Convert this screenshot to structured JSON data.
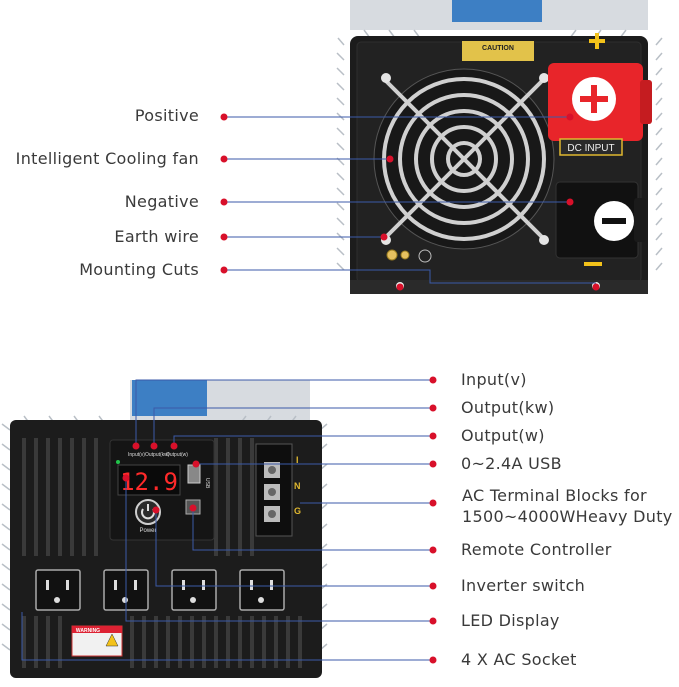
{
  "top_labels": [
    {
      "id": "positive",
      "text": "Positive"
    },
    {
      "id": "cooling-fan",
      "text": "Intelligent Cooling fan"
    },
    {
      "id": "negative",
      "text": "Negative"
    },
    {
      "id": "earth-wire",
      "text": "Earth wire"
    },
    {
      "id": "mounting-cuts",
      "text": "Mounting Cuts"
    }
  ],
  "bottom_labels": [
    {
      "id": "input-v",
      "text": "Input(v)"
    },
    {
      "id": "output-kw",
      "text": "Output(kw)"
    },
    {
      "id": "output-w",
      "text": "Output(w)"
    },
    {
      "id": "usb",
      "text": "0~2.4A USB"
    },
    {
      "id": "ac-terminal",
      "line1": "AC Terminal Blocks for",
      "line2": "1500~4000WHeavy Duty"
    },
    {
      "id": "remote",
      "text": "Remote Controller"
    },
    {
      "id": "inverter-switch",
      "text": "Inverter switch"
    },
    {
      "id": "led",
      "text": "LED Display"
    },
    {
      "id": "ac-socket",
      "text": "4 X AC Socket"
    }
  ],
  "device_markings": {
    "caution": "CAUTION",
    "dc_input": "DC INPUT",
    "led_value": "12.9",
    "power": "Power",
    "usb": "USB",
    "terminal_i": "I",
    "terminal_n": "N",
    "terminal_g": "G",
    "panel_input": "Input(v)",
    "panel_output_kw": "Output(kw)",
    "panel_output_w": "Output(w)",
    "warning": "WARNING"
  },
  "colors": {
    "callout_dot": "#d8102a",
    "callout_line": "#3b5aa8",
    "device_body": "#1c1c1c",
    "fins": "#c9ced4",
    "positive_cap": "#e8252a",
    "led": "#ff2a2a"
  }
}
